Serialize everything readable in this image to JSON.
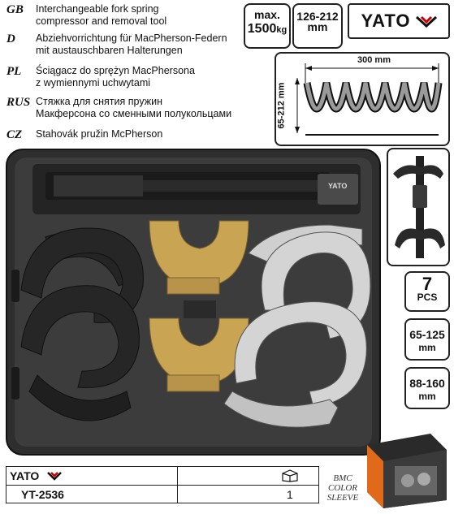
{
  "languages": [
    {
      "code": "GB",
      "lines": [
        "Interchangeable fork spring",
        "compressor and removal tool"
      ]
    },
    {
      "code": "D",
      "lines": [
        "Abziehvorrichtung für MacPherson-Federn",
        "mit austauschbaren Halterungen"
      ]
    },
    {
      "code": "PL",
      "lines": [
        "Ściągacz do sprężyn MacPhersona",
        "z wymiennymi uchwytami"
      ]
    },
    {
      "code": "RUS",
      "lines": [
        "Стяжка для снятия пружин",
        "Макферсона со сменными полукольцами"
      ]
    },
    {
      "code": "CZ",
      "lines": [
        "Stahovák pružin McPherson"
      ]
    }
  ],
  "specs": {
    "max_label": "max.",
    "max_value": "1500",
    "max_unit": "kg",
    "range_value": "126-212",
    "range_unit": "mm"
  },
  "brand": "YATO",
  "spring_diagram": {
    "width_label": "300 mm",
    "height_label": "65-212 mm"
  },
  "side_specs": [
    {
      "big": "7",
      "small": "PCS"
    },
    {
      "big": "65-125",
      "small": "mm"
    },
    {
      "big": "88-160",
      "small": "mm"
    }
  ],
  "bottom_table": {
    "brand": "YATO",
    "code": "YT-2536",
    "quantity": "1"
  },
  "packaging_note": [
    "BMC",
    "COLOR",
    "SLEEVE"
  ],
  "colors": {
    "case": "#3a3a3a",
    "brass": "#c9a553",
    "steel": "#c8c8c8",
    "black_part": "#2a2a2a"
  }
}
